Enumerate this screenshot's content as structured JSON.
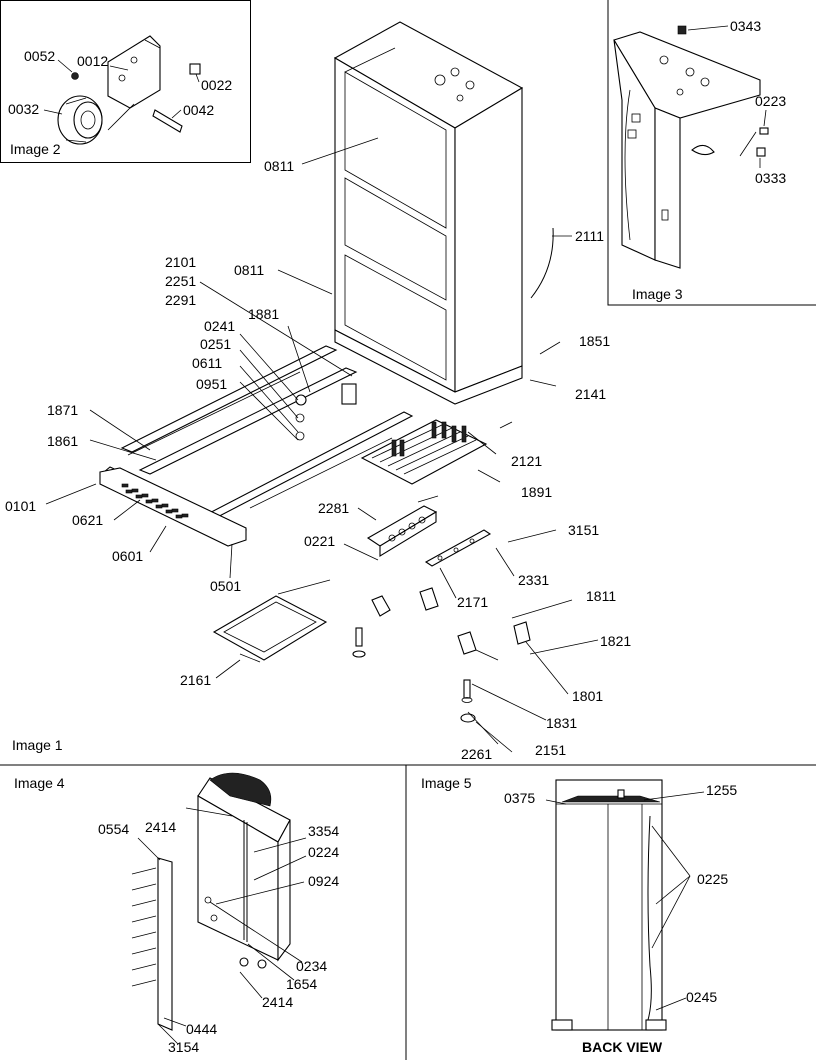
{
  "panels": {
    "image1": "Image 1",
    "image2": "Image 2",
    "image3": "Image 3",
    "image4": "Image 4",
    "image5": "Image 5",
    "back_view": "BACK VIEW"
  },
  "labels": {
    "p0052": "0052",
    "p0012": "0012",
    "p0022": "0022",
    "p0032": "0032",
    "p0042": "0042",
    "p0343": "0343",
    "p0223": "0223",
    "p0333": "0333",
    "p0811a": "0811",
    "p0811b": "0811",
    "p2111": "2111",
    "p2101": "2101",
    "p2251": "2251",
    "p2291": "2291",
    "p1881": "1881",
    "p0241": "0241",
    "p0251": "0251",
    "p0611": "0611",
    "p0951": "0951",
    "p1851": "1851",
    "p2141": "2141",
    "p1871": "1871",
    "p1861": "1861",
    "p2121": "2121",
    "p1891": "1891",
    "p0101": "0101",
    "p0621": "0621",
    "p2281": "2281",
    "p3151": "3151",
    "p0601": "0601",
    "p0221": "0221",
    "p0501": "0501",
    "p2331": "2331",
    "p2171": "2171",
    "p1811": "1811",
    "p1821": "1821",
    "p2161": "2161",
    "p1801": "1801",
    "p1831": "1831",
    "p2261": "2261",
    "p2151": "2151",
    "p2414a": "2414",
    "p0554": "0554",
    "p3354": "3354",
    "p0224": "0224",
    "p0924": "0924",
    "p0234": "0234",
    "p1654": "1654",
    "p2414b": "2414",
    "p0444": "0444",
    "p3154": "3154",
    "p0375": "0375",
    "p1255": "1255",
    "p0225": "0225",
    "p0245": "0245"
  }
}
